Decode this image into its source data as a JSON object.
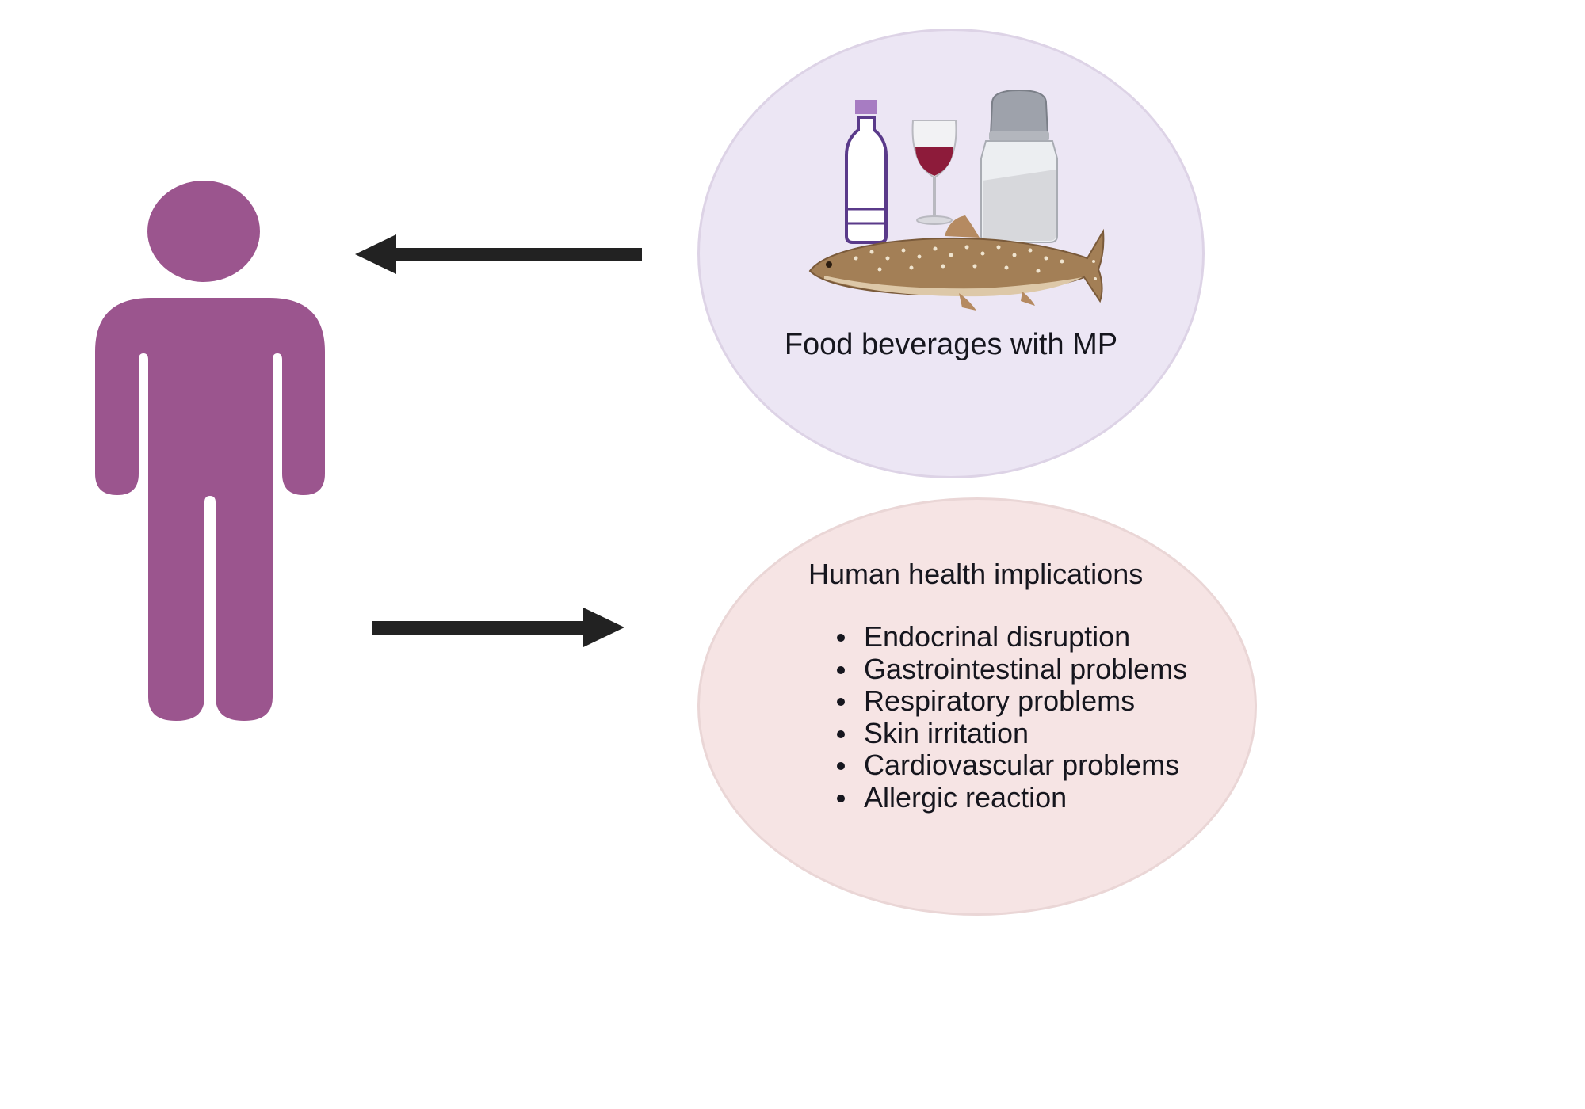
{
  "colors": {
    "person": "#9b558e",
    "arrow": "#222222",
    "food_bubble": "#ece6f4",
    "health_bubble": "#f6e4e4",
    "text": "#16161e"
  },
  "icons": [
    "person-icon",
    "water-bottle-icon",
    "wine-glass-icon",
    "salt-shaker-icon",
    "fish-icon",
    "arrow-left-icon",
    "arrow-right-icon"
  ],
  "food": {
    "label": "Food beverages with MP"
  },
  "health": {
    "title": "Human health implications",
    "items": [
      "Endocrinal disruption",
      "Gastrointestinal problems",
      "Respiratory problems",
      "Skin irritation",
      "Cardiovascular problems",
      "Allergic reaction"
    ]
  }
}
